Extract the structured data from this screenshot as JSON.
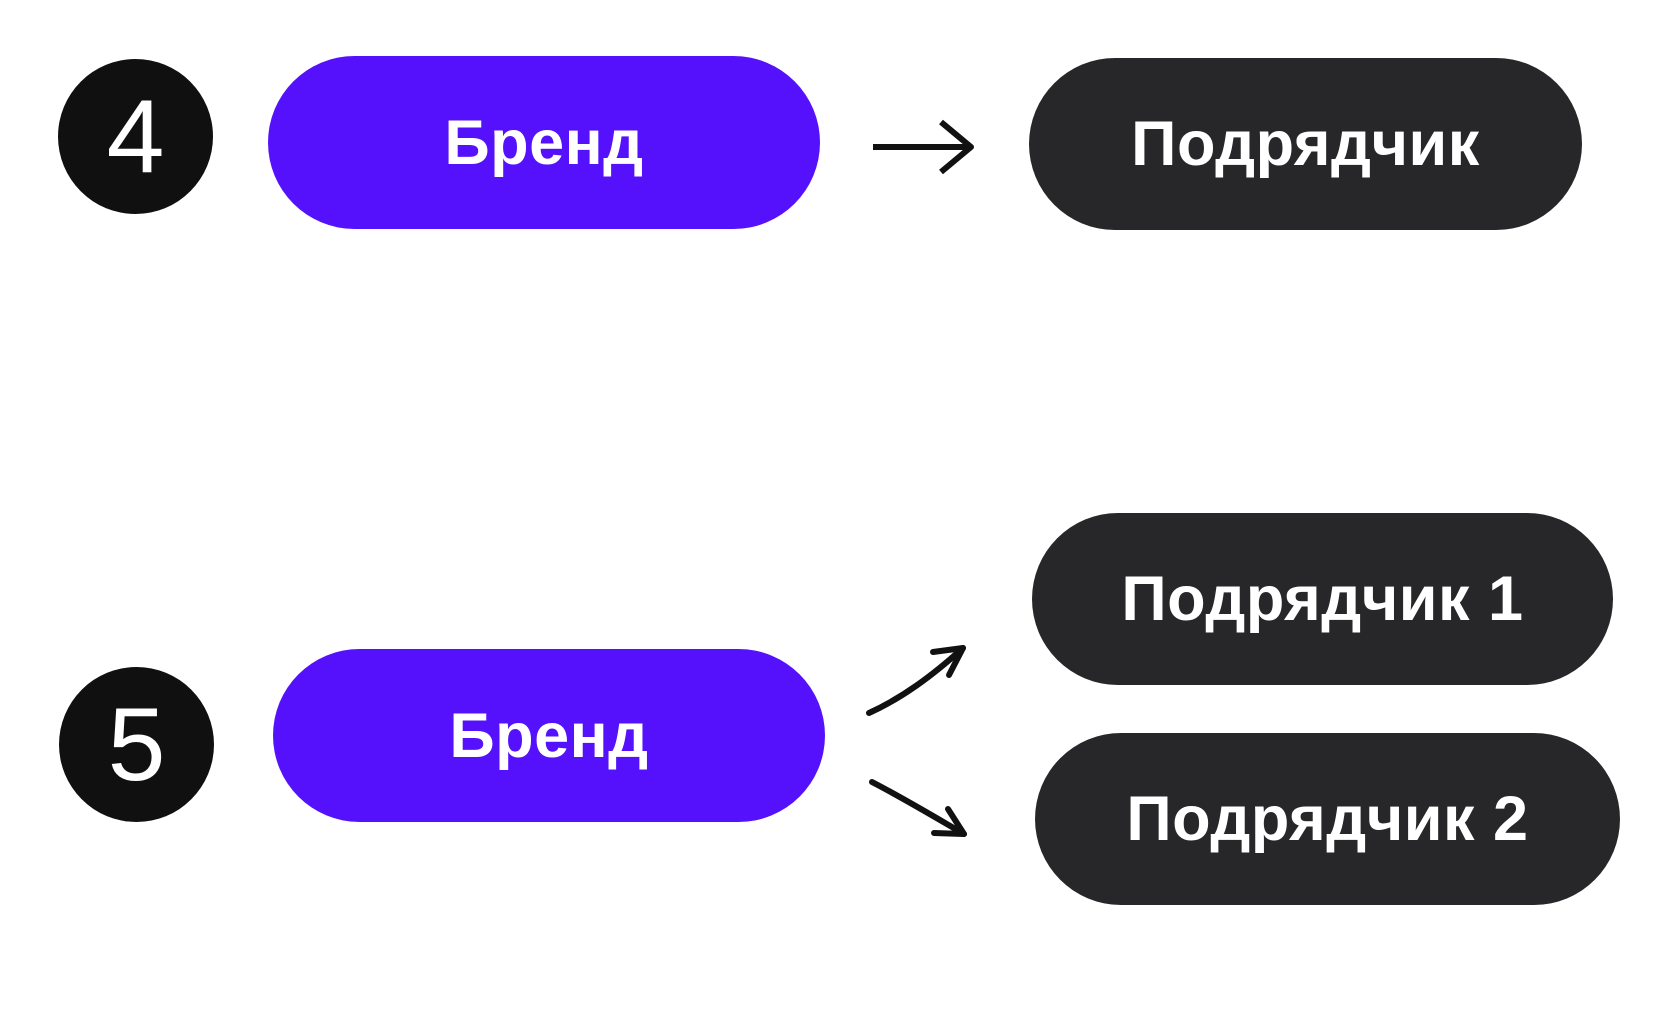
{
  "colors": {
    "background": "#ffffff",
    "purple": "#5511fb",
    "dark": "#272729",
    "badge_black": "#101010",
    "text_white": "#ffffff",
    "arrow_black": "#111111"
  },
  "rows": [
    {
      "number": "4",
      "brand": "Бренд",
      "contractors": [
        "Подрядчик"
      ]
    },
    {
      "number": "5",
      "brand": "Бренд",
      "contractors": [
        "Подрядчик 1",
        "Подрядчик 2"
      ]
    }
  ]
}
